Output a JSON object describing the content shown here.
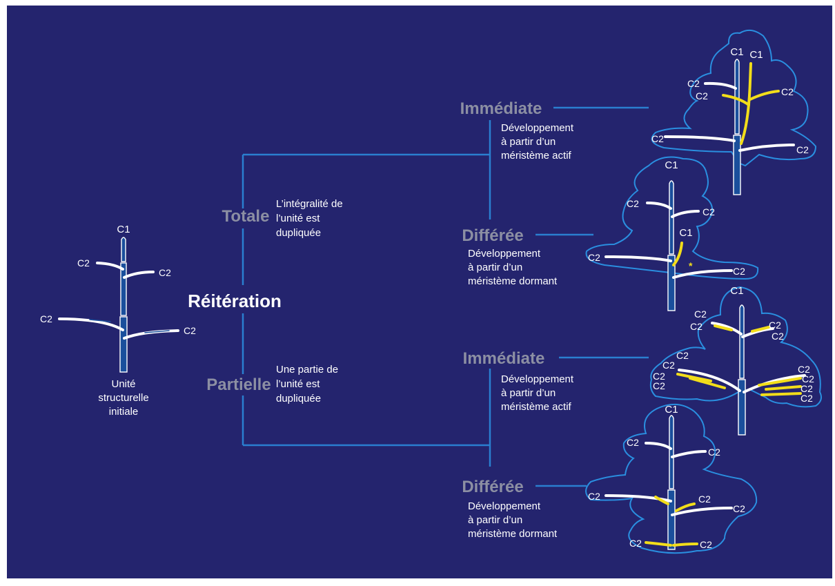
{
  "title": "Réitération",
  "initial_unit": {
    "lines": [
      "Unité",
      "structurelle",
      "initiale"
    ],
    "label_c1": "C1",
    "label_c2": "C2"
  },
  "branches": [
    {
      "name": "Totale",
      "description": [
        "L’intégralité de",
        "l’unité est",
        "dupliquée"
      ],
      "sub": [
        {
          "name": "Immédiate",
          "description": [
            "Développement",
            "à partir d’un",
            "méristème actif"
          ]
        },
        {
          "name": "Différée",
          "description": [
            "Développement",
            "à partir d’un",
            "méristème dormant"
          ]
        }
      ]
    },
    {
      "name": "Partielle",
      "description": [
        "Une partie de",
        "l’unité est",
        "dupliquée"
      ],
      "sub": [
        {
          "name": "Immédiate",
          "description": [
            "Développement",
            "à partir d’un",
            "méristème actif"
          ]
        },
        {
          "name": "Différée",
          "description": [
            "Développement",
            "à partir d’un",
            "méristème dormant"
          ]
        }
      ]
    }
  ],
  "dormant_marker": "*",
  "colors": {
    "background": "#24246e",
    "connector": "#2a7fd0",
    "category_text": "#8c8fa3",
    "reiteration_highlight": "#f2dd1a",
    "stem": "#1a4f9c"
  }
}
